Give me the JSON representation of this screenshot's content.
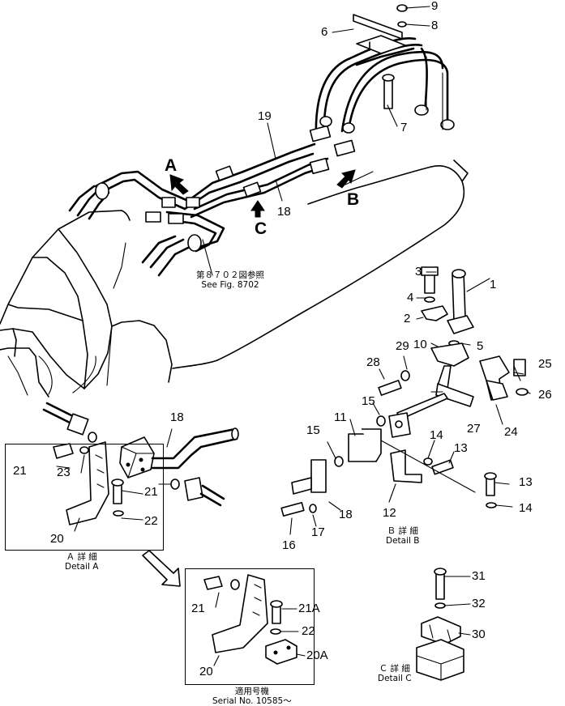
{
  "callouts": {
    "n1": "1",
    "n2": "2",
    "n3": "3",
    "n4": "4",
    "n5": "5",
    "n6": "6",
    "n7": "7",
    "n8": "8",
    "n9": "9",
    "n10": "10",
    "n11": "11",
    "n12": "12",
    "n13a": "13",
    "n13b": "13",
    "n14a": "14",
    "n14b": "14",
    "n15a": "15",
    "n15b": "15",
    "n16": "16",
    "n17": "17",
    "n18a": "18",
    "n18b": "18",
    "n18c": "18",
    "n19": "19",
    "n20a": "20",
    "n20b": "20",
    "n20A": "20A",
    "n21a": "21",
    "n21b": "21",
    "n21c": "21",
    "n21A": "21A",
    "n22a": "22",
    "n22b": "22",
    "n23": "23",
    "n24": "24",
    "n25": "25",
    "n26": "26",
    "n27": "27",
    "n28": "28",
    "n29": "29",
    "n30": "30",
    "n31": "31",
    "n32": "32"
  },
  "view_letters": {
    "a": "A",
    "b": "B",
    "c": "C"
  },
  "captions": {
    "fig_ref_jp": "第８７０２図参照",
    "fig_ref_en": "See Fig. 8702",
    "detail_a_jp": "Ａ 詳 細",
    "detail_a_en": "Detail A",
    "detail_b_jp": "Ｂ 詳 細",
    "detail_b_en": "Detail B",
    "detail_c_jp": "Ｃ 詳 細",
    "detail_c_en": "Detail C",
    "serial_jp": "適用号機",
    "serial_en": "Serial  No. 10585～"
  }
}
